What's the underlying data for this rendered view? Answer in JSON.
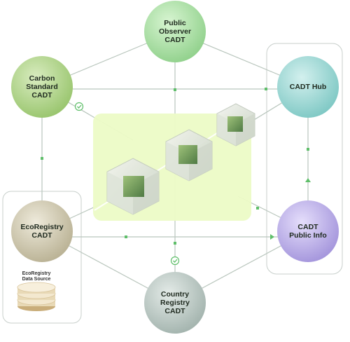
{
  "nodes": {
    "public_observer": {
      "label": "Public\nObserver\nCADT",
      "color": "#9fdc9a"
    },
    "carbon_standard": {
      "label": "Carbon\nStandard\nCADT",
      "color": "#a9cf7f"
    },
    "cadt_hub": {
      "label": "CADT Hub",
      "color": "#8fd3cf"
    },
    "ecoregistry": {
      "label": "EcoRegistry\nCADT",
      "color": "#c9c2a6"
    },
    "public_info": {
      "label": "CADT\nPublic Info",
      "color": "#b6a9e3"
    },
    "country_registry": {
      "label": "Country\nRegistry\nCADT",
      "color": "#b3c2bd"
    }
  },
  "data_source": {
    "label": "EcoRegistry\nData Source"
  },
  "colors": {
    "edge": "#b9c6bd",
    "accent_green": "#5fbf6a",
    "center_panel": "#ecfbc6",
    "group_border": "#c8cfcb"
  }
}
